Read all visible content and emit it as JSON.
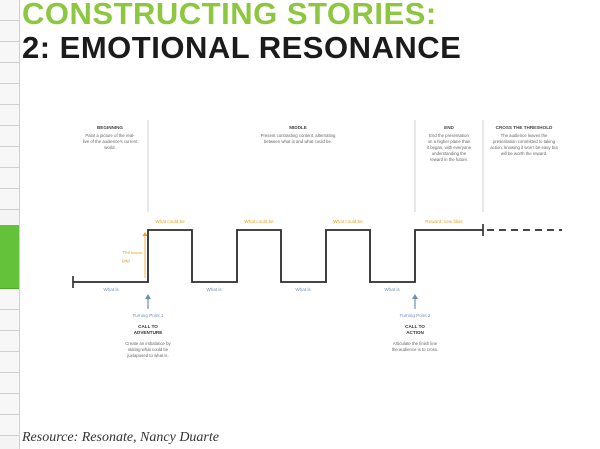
{
  "header": {
    "title_line1": "CONSTRUCTING STORIES:",
    "title_line2": "2: EMOTIONAL RESONANCE"
  },
  "sections": [
    {
      "heading": "BEGINNING",
      "body": [
        "Paint a picture of the real-",
        "live of the audience's current",
        "world."
      ]
    },
    {
      "heading": "MIDDLE",
      "body": [
        "Present contrasting content, alternating",
        "between what is and what could be."
      ]
    },
    {
      "heading": "END",
      "body": [
        "End the presentation",
        "on a higher plane than",
        "it began, with everyone",
        "understanding the",
        "reward in the future."
      ]
    },
    {
      "heading": "CROSS THE THRESHOLD",
      "body": [
        "The audience leaves the",
        "presentation committed to taking",
        "action, knowing it won't be easy but",
        "will be worth the reward."
      ]
    }
  ],
  "wave_labels": {
    "what_could_be": [
      "What could be",
      "What could be",
      "What could be"
    ],
    "what_is": [
      "What is",
      "What is",
      "What is",
      "What is"
    ],
    "new_bliss": "Reward: new bliss",
    "gap_top": "The",
    "gap_bottom": "gap"
  },
  "turning_points": [
    {
      "label": "Turning Point 1",
      "title": [
        "CALL TO",
        "ADVENTURE"
      ],
      "body": [
        "Create an imbalance by",
        "stating what could be",
        "juxtaposed to what is."
      ]
    },
    {
      "label": "Turning Point 2",
      "title": [
        "CALL TO",
        "ACTION"
      ],
      "body": [
        "Articulate the finish line",
        "the audience is to cross."
      ]
    }
  ],
  "credit": "Resource: Resonate, Nancy Duarte",
  "colors": {
    "accent_green": "#8dc63f",
    "title_dark": "#1b1b1b",
    "line": "#2b2b2b",
    "arrow": "#6d8fb3",
    "connector": "#f0a020"
  }
}
